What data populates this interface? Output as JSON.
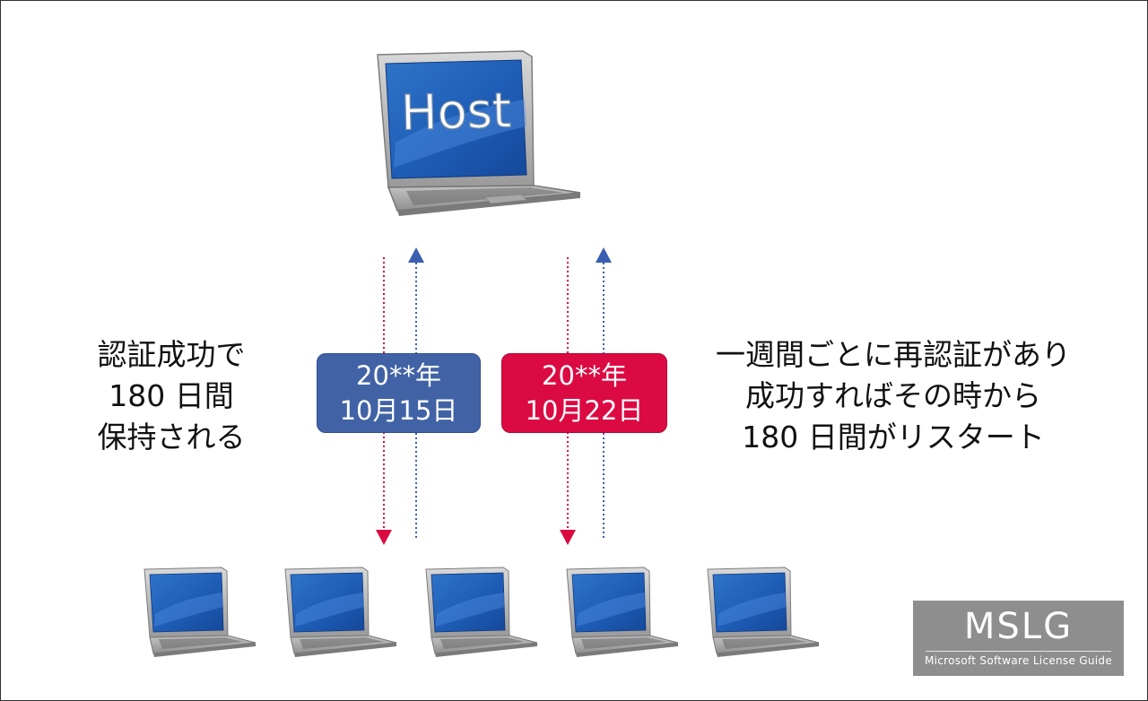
{
  "host": {
    "screen_text": "Host"
  },
  "left_note": {
    "lines": [
      "認証成功で",
      "180 日間",
      "保持される"
    ]
  },
  "right_note": {
    "lines": [
      "一週間ごとに再認証があり",
      "成功すればその時から",
      "180 日間がリスタート"
    ]
  },
  "dates": [
    {
      "line1": "20**年",
      "line2": "10月15日",
      "color": "#4163a6"
    },
    {
      "line1": "20**年",
      "line2": "10月22日",
      "color": "#dc0a42"
    }
  ],
  "arrow_colors": {
    "host_to_client": "#dc0a42",
    "client_to_host": "#3a5fb0"
  },
  "client_count": 5,
  "logo": {
    "title": "MSLG",
    "subtitle": "Microsoft Software License Guide"
  }
}
